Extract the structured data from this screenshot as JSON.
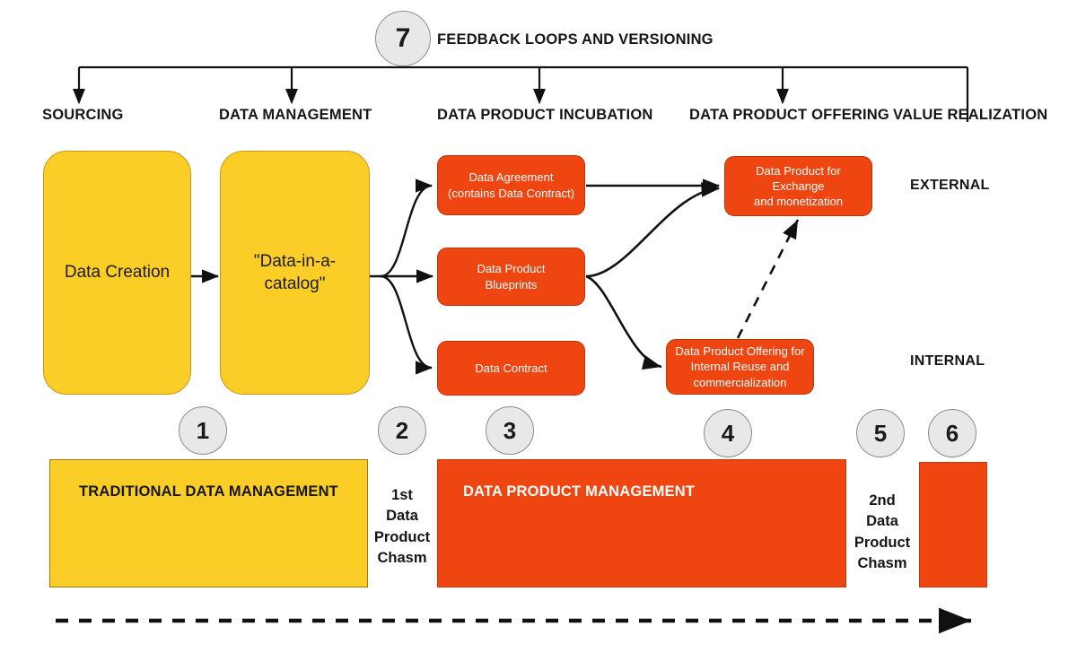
{
  "banner": {
    "step": "7",
    "title": "FEEDBACK LOOPS AND VERSIONING"
  },
  "columns": [
    {
      "label": "SOURCING"
    },
    {
      "label": "DATA MANAGEMENT"
    },
    {
      "label": "DATA PRODUCT INCUBATION"
    },
    {
      "label": "DATA PRODUCT OFFERING"
    },
    {
      "label": "VALUE REALIZATION"
    }
  ],
  "side_labels": {
    "external": "EXTERNAL",
    "internal": "INTERNAL"
  },
  "yellow_boxes": [
    {
      "label": "Data Creation"
    },
    {
      "label": "\"Data-in-a-catalog\""
    }
  ],
  "orange_boxes": [
    {
      "line1": "Data Agreement",
      "line2": "(contains Data Contract)"
    },
    {
      "line1": "Data Product",
      "line2": "Blueprints"
    },
    {
      "line1": "Data Contract",
      "line2": ""
    },
    {
      "line1": "Data Product for Exchange",
      "line2": "and monetization"
    },
    {
      "line1": "Data Product Offering for",
      "line2": "Internal Reuse and",
      "line3": "commercialization"
    }
  ],
  "steps": [
    {
      "number": "1"
    },
    {
      "number": "2"
    },
    {
      "number": "3"
    },
    {
      "number": "4"
    },
    {
      "number": "5"
    },
    {
      "number": "6"
    }
  ],
  "bottom": {
    "traditional_label": "TRADITIONAL DATA MANAGEMENT",
    "product_label": "DATA PRODUCT MANAGEMENT",
    "chasm1": "1st\nData\nProduct\nChasm",
    "chasm1_lines": [
      "1st",
      "Data",
      "Product",
      "Chasm"
    ],
    "chasm2_lines": [
      "2nd",
      "Data",
      "Product",
      "Chasm"
    ]
  },
  "colors": {
    "yellow": "#FBCD27",
    "orange": "#EF4611",
    "circle_fill": "#e8e8e8",
    "circle_border": "#8c8c8c",
    "line": "#111111",
    "text_dark": "#161616",
    "text_light": "#ffffff"
  }
}
